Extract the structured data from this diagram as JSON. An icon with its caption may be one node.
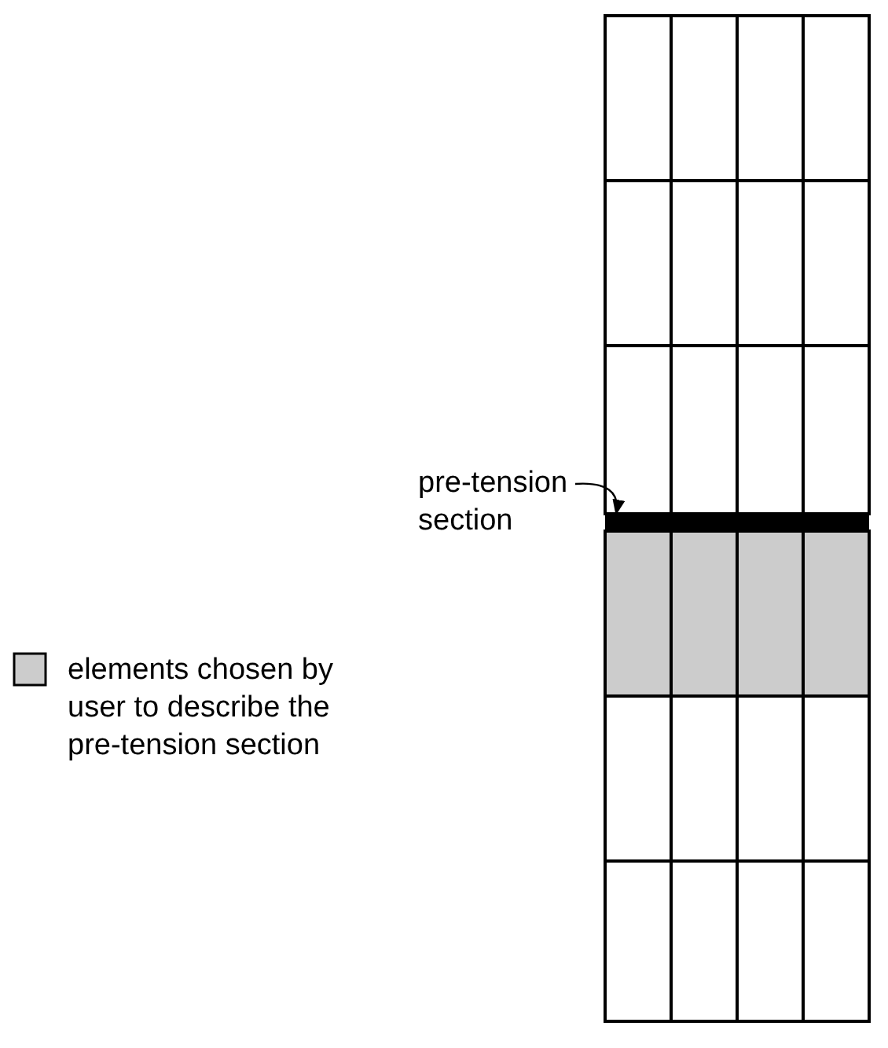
{
  "diagram": {
    "nodes": [
      {
        "text": [
          "pre-tension section"
        ]
      },
      {
        "text": [],
        "shape": "bar"
      }
    ],
    "edges": [
      {
        "from": 0,
        "to": 1,
        "arrow": "to"
      }
    ],
    "legend": [
      {
        "text": "elements chosen by user to describe the pre-tension section",
        "color": "#cccccc"
      }
    ]
  }
}
